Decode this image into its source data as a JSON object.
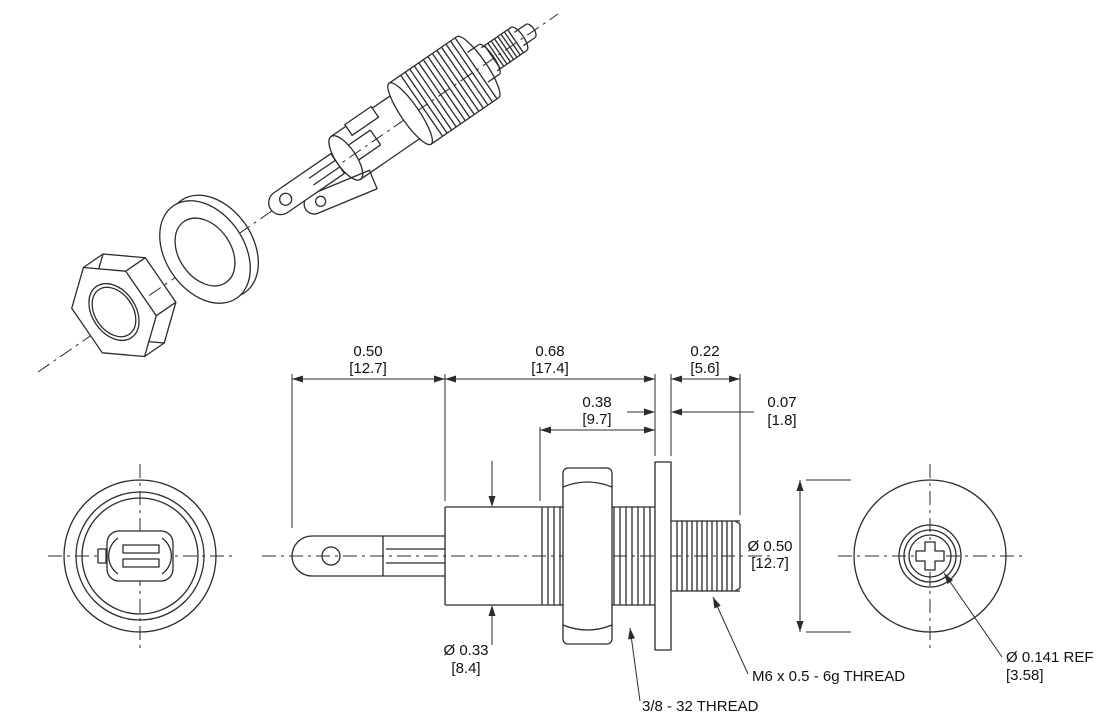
{
  "views": {
    "side_view": {
      "dim_pin": {
        "in": "0.50",
        "mm": "[12.7]"
      },
      "dim_body": {
        "in": "0.68",
        "mm": "[17.4]"
      },
      "dim_stud": {
        "in": "0.22",
        "mm": "[5.6]"
      },
      "dim_bushing": {
        "in": "0.38",
        "mm": "[9.7]"
      },
      "dim_flange": {
        "in": "0.07",
        "mm": "[1.8]"
      },
      "dim_body_dia": {
        "in": "Ø 0.33",
        "mm": "[8.4]"
      },
      "note_stud_thread": "M6 x 0.5 - 6g THREAD",
      "note_bushing_thread": "3/8 - 32 THREAD"
    },
    "rear_view": {
      "dim_face_dia": {
        "in": "Ø 0.50",
        "mm": "[12.7]"
      },
      "dim_socket_dia": {
        "in": "Ø 0.141 REF",
        "mm": "[3.58]"
      }
    }
  },
  "colors": {
    "line": "#2b2b2b",
    "text": "#111111",
    "background": "#ffffff"
  }
}
